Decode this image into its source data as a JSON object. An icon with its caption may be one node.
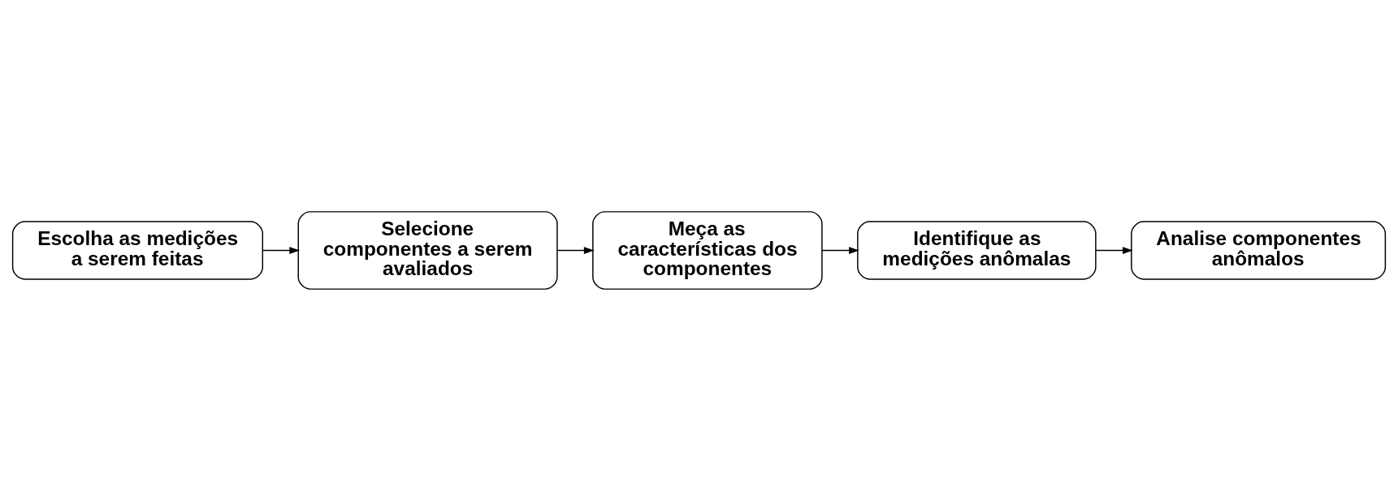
{
  "diagram": {
    "nodes": [
      {
        "text": [
          "Escolha as medições a serem feitas"
        ]
      },
      {
        "text": [
          "Selecione componentes a serem avaliados"
        ]
      },
      {
        "text": [
          "Meça as características dos componentes"
        ]
      },
      {
        "text": [
          "Identifique as medições anômalas"
        ]
      },
      {
        "text": [
          "Analise componentes anômalos"
        ]
      }
    ],
    "edges": [
      {
        "from": 0,
        "to": 1,
        "arrow": "to"
      },
      {
        "from": 1,
        "to": 2,
        "arrow": "to"
      },
      {
        "from": 2,
        "to": 3,
        "arrow": "to"
      },
      {
        "from": 3,
        "to": 4,
        "arrow": "to"
      }
    ]
  }
}
